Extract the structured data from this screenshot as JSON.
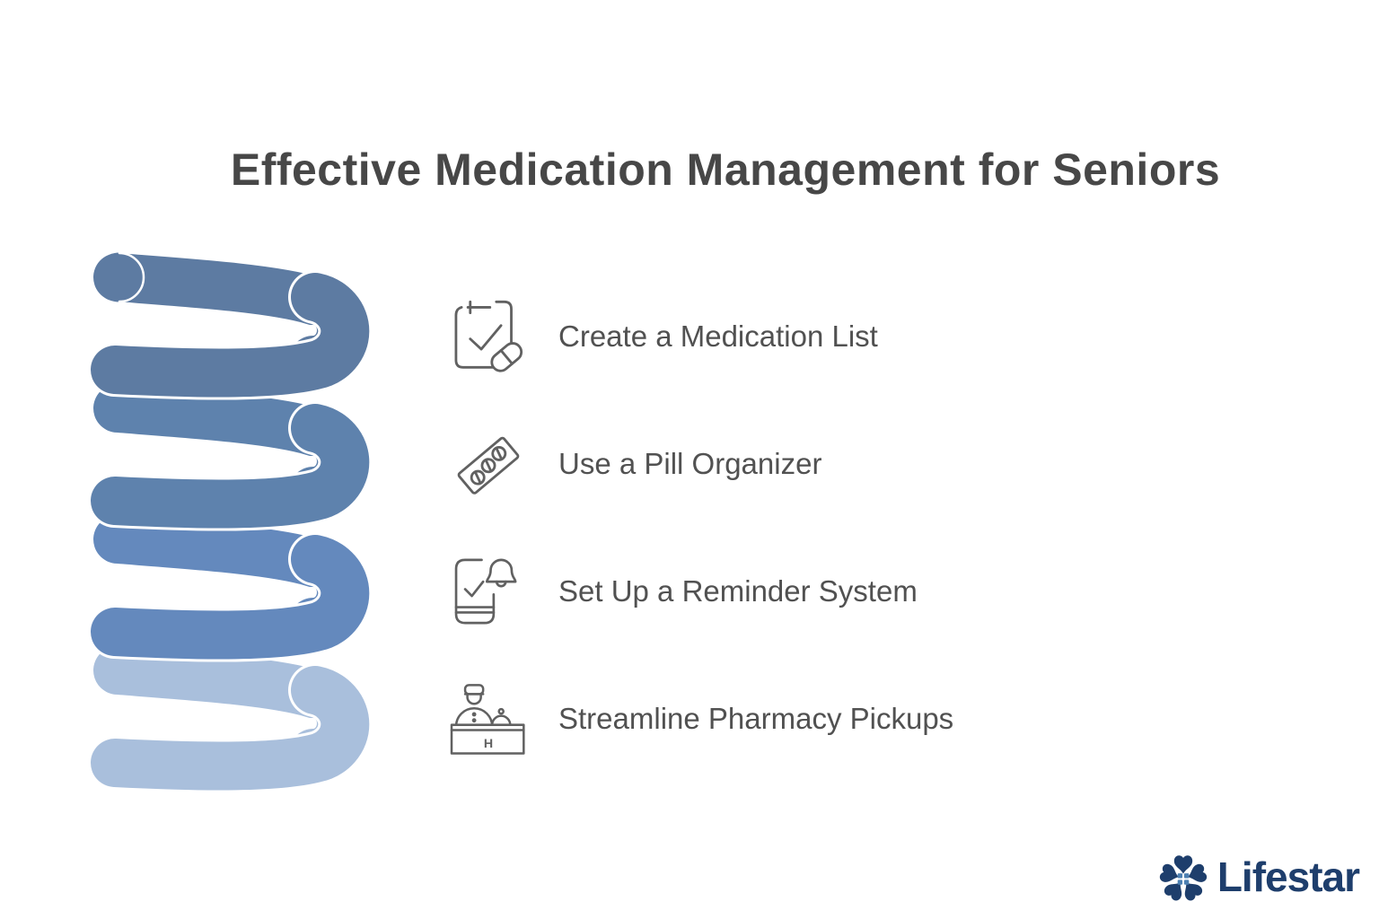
{
  "title": {
    "text": "Effective Medication Management for Seniors"
  },
  "steps": [
    {
      "label": "Create a Medication List",
      "icon": "medication-list-icon"
    },
    {
      "label": "Use a Pill Organizer",
      "icon": "pill-organizer-icon"
    },
    {
      "label": "Set Up a Reminder System",
      "icon": "reminder-system-icon"
    },
    {
      "label": "Streamline Pharmacy Pickups",
      "icon": "pharmacy-pickup-icon",
      "counter_letter": "H"
    }
  ],
  "logo": {
    "text": "Lifestar"
  },
  "colors": {
    "title_text": "#474747",
    "item_text": "#515151",
    "icon_stroke": "#616161",
    "logo_navy": "#1e3e6c",
    "logo_window": "#4d80b2",
    "spiral_coils": [
      "#5d7ba2",
      "#5e82ad",
      "#6489bd",
      "#a9bfdc"
    ],
    "seam": "#ffffff"
  }
}
